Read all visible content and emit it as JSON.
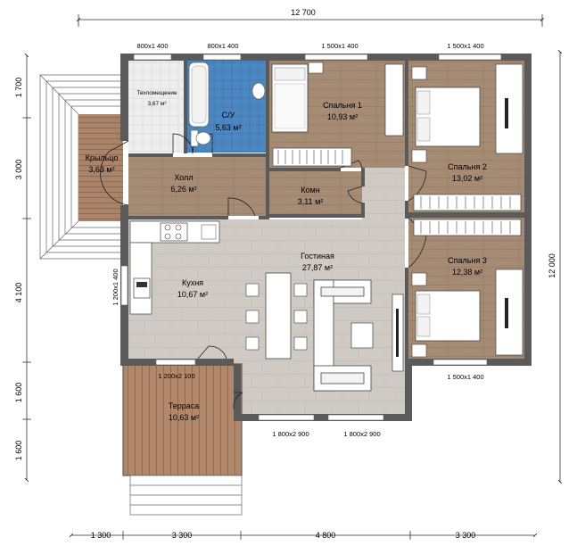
{
  "colors": {
    "wood": "#a58b74",
    "concrete": "#cfcac4",
    "tile_blue": "#4d87c2",
    "tile_light": "#ececec",
    "deck": "#a9836a",
    "wall": "#5a5a5a",
    "terrace_deck": "#b1886c"
  },
  "dimensions": {
    "top_total": "12 700",
    "right_total": "12 000",
    "bottom": [
      "1 300",
      "3 300",
      "4 800",
      "3 300"
    ],
    "left": [
      "1 700",
      "3 000",
      "4 100",
      "1 600",
      "1 600"
    ]
  },
  "windows": {
    "top": [
      "800x1 400",
      "800x1 400",
      "1 500x1 400",
      "1 500x1 400"
    ],
    "kitchen_side": "1 200x1 400",
    "terrace_door": "1 200x2 100",
    "bedroom3": "1 500x1 400",
    "living_left": "1 800x2 900",
    "living_right": "1 800x2 900"
  },
  "rooms": {
    "tech": {
      "name": "Техпомещение",
      "area": "3,67 м²"
    },
    "bath": {
      "name": "С/У",
      "area": "5,63 м²"
    },
    "bed1": {
      "name": "Спальня 1",
      "area": "10,93 м²"
    },
    "bed2": {
      "name": "Спальня 2",
      "area": "13,02 м²"
    },
    "bed3": {
      "name": "Спальня 3",
      "area": "12,38 м²"
    },
    "hall": {
      "name": "Холл",
      "area": "6,26 м²"
    },
    "closet": {
      "name": "Комн",
      "area": "3,11 м²"
    },
    "living": {
      "name": "Гостиная",
      "area": "27,87 м²"
    },
    "kitchen": {
      "name": "Кухня",
      "area": "10,67 м²"
    },
    "porch": {
      "name": "Крыльцо",
      "area": "3,63 м²"
    },
    "terrace": {
      "name": "Терраса",
      "area": "10,63 м²"
    }
  }
}
